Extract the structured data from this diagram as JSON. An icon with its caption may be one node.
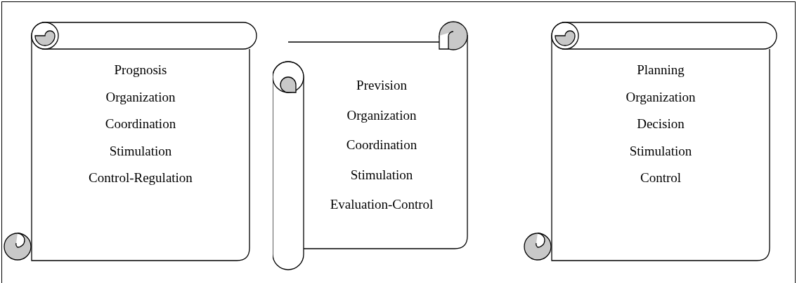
{
  "diagram": {
    "nodes": [
      {
        "text": [
          "Prognosis",
          "Organization",
          "Coordination",
          "Stimulation",
          "Control-Regulation"
        ]
      },
      {
        "text": [
          "Prevision",
          "Organization",
          "Coordination",
          "Stimulation",
          "Evaluation-Control"
        ]
      },
      {
        "text": [
          "Planning",
          "Organization",
          "Decision",
          "Stimulation",
          "Control"
        ]
      }
    ]
  }
}
